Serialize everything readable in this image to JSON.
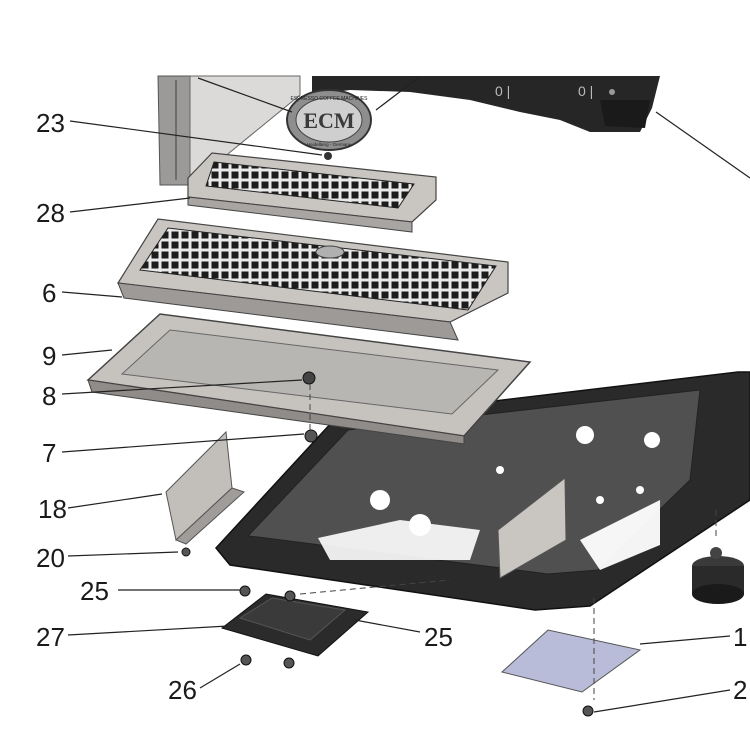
{
  "logo": {
    "brand": "ECM",
    "ring_text": "ESPRESSO COFFEE MACHINES",
    "sub_text": "Heidelberg - Germany"
  },
  "callouts": [
    {
      "id": "23",
      "label": "23"
    },
    {
      "id": "28",
      "label": "28"
    },
    {
      "id": "6",
      "label": "6"
    },
    {
      "id": "9",
      "label": "9"
    },
    {
      "id": "8",
      "label": "8"
    },
    {
      "id": "7",
      "label": "7"
    },
    {
      "id": "18",
      "label": "18"
    },
    {
      "id": "20",
      "label": "20"
    },
    {
      "id": "25a",
      "label": "25"
    },
    {
      "id": "27",
      "label": "27"
    },
    {
      "id": "25b",
      "label": "25"
    },
    {
      "id": "26",
      "label": "26"
    },
    {
      "id": "1",
      "label": "1"
    },
    {
      "id": "2",
      "label": "2"
    }
  ],
  "colors": {
    "metal_light": "#c9c6c2",
    "metal_mid": "#a8a5a2",
    "dark_body": "#262626",
    "plate": "#b8bcd8"
  }
}
